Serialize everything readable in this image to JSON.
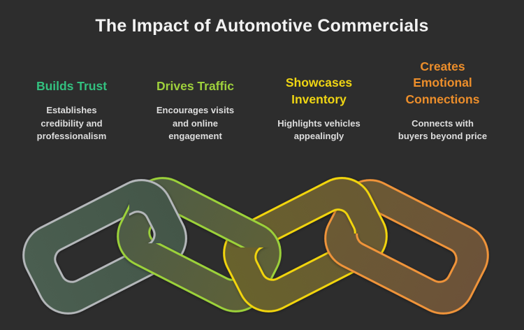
{
  "background": "#2d2d2d",
  "title": {
    "text": "The Impact of Automotive Commercials",
    "color": "#f2f2f2"
  },
  "description_color": "#dedede",
  "columns": [
    {
      "heading": [
        "Builds Trust"
      ],
      "heading_color": "#33c07f",
      "description": [
        "Establishes",
        "credibility and",
        "professionalism"
      ]
    },
    {
      "heading": [
        "Drives Traffic"
      ],
      "heading_color": "#9ed03c",
      "description": [
        "Encourages visits",
        "and online",
        "engagement"
      ]
    },
    {
      "heading": [
        "Showcases",
        "Inventory"
      ],
      "heading_color": "#efd513",
      "description": [
        "Highlights vehicles",
        "appealingly"
      ]
    },
    {
      "heading": [
        "Creates",
        "Emotional",
        "Connections"
      ],
      "heading_color": "#ec8e2b",
      "description": [
        "Connects with",
        "buyers beyond price"
      ]
    }
  ],
  "chain": {
    "links": [
      {
        "label": "builds-trust-link",
        "stroke": "#b4b7ba",
        "fill_start": "#4a5e50",
        "fill_end": "#445648"
      },
      {
        "label": "drives-traffic-link",
        "stroke": "#9cd23a",
        "fill_start": "#4e5c46",
        "fill_end": "#5f6137"
      },
      {
        "label": "showcases-inventory-link",
        "stroke": "#f2d50d",
        "fill_start": "#68622d",
        "fill_end": "#695933"
      },
      {
        "label": "emotional-connections-link",
        "stroke": "#f0943a",
        "fill_start": "#6b5a34",
        "fill_end": "#6c5239"
      }
    ]
  }
}
